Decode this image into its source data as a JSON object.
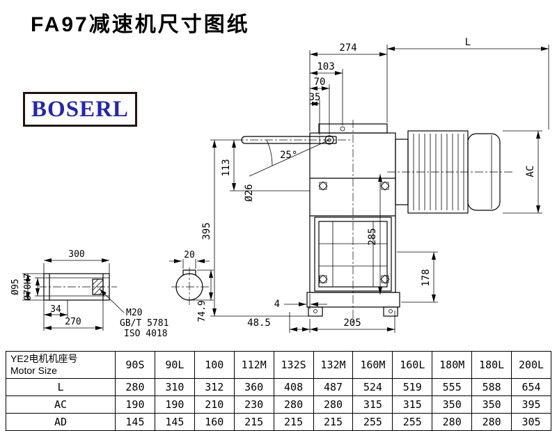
{
  "page": {
    "title": "FA97减速机尺寸图纸",
    "logo": "BOSERL"
  },
  "main_view": {
    "dim_274": "274",
    "dim_L": "L",
    "dim_103": "103",
    "dim_70": "70",
    "dim_35": "35",
    "dim_angle": "25°",
    "dim_hole": "Ø26",
    "dim_395": "395",
    "dim_113": "113",
    "dim_285": "285",
    "dim_AC": "AC",
    "dim_178": "178",
    "dim_4": "4",
    "dim_48_5": "48.5",
    "dim_205": "205"
  },
  "shaft_view": {
    "dim_300": "300",
    "dim_34": "34",
    "dim_270": "270",
    "dim_d95": "Ø95",
    "dim_d70": "Ø70H7",
    "thread": "M20",
    "std_gb": "GB/T 5781",
    "std_iso": "ISO 4018"
  },
  "section_view": {
    "dim_20": "20",
    "dim_74_9": "74.9"
  },
  "table": {
    "header": {
      "label_cn": "YE2电机机座号",
      "label_en": "Motor Size",
      "cols": [
        "90S",
        "90L",
        "100",
        "112M",
        "132S",
        "132M",
        "160M",
        "160L",
        "180M",
        "180L",
        "200L"
      ]
    },
    "rows": [
      {
        "label": "L",
        "values": [
          "280",
          "310",
          "312",
          "360",
          "408",
          "487",
          "524",
          "519",
          "555",
          "588",
          "654"
        ]
      },
      {
        "label": "AC",
        "values": [
          "190",
          "190",
          "210",
          "230",
          "280",
          "280",
          "315",
          "315",
          "350",
          "350",
          "395"
        ]
      },
      {
        "label": "AD",
        "values": [
          "145",
          "145",
          "160",
          "215",
          "215",
          "215",
          "255",
          "255",
          "280",
          "280",
          "305"
        ]
      }
    ]
  }
}
